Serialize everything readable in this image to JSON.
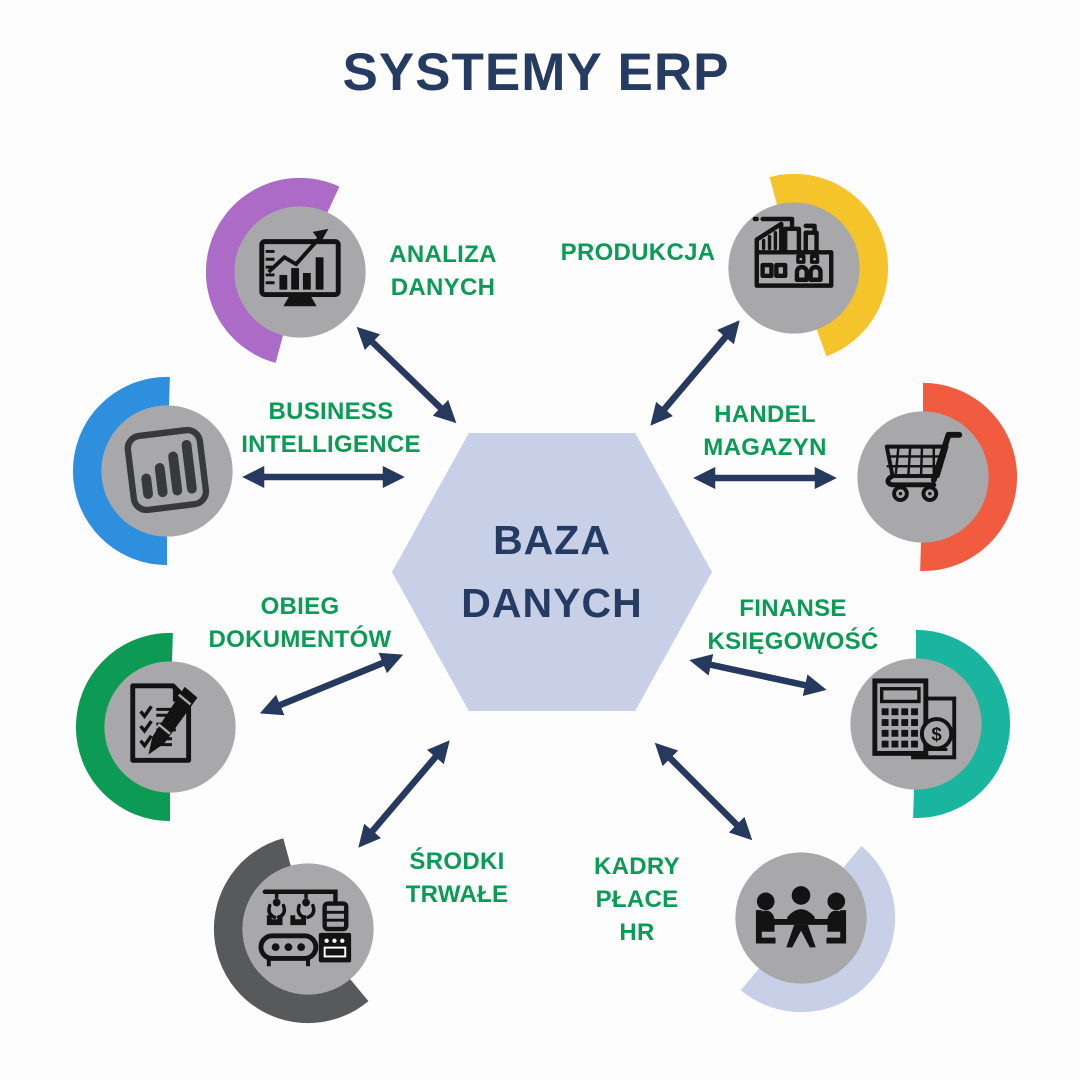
{
  "title": "SYSTEMY ERP",
  "colors": {
    "title_navy": "#253b62",
    "label_green": "#0a9b55",
    "arrow_navy": "#27395f",
    "disc_gray": "#a8a8aa",
    "hexagon_fill": "#c8d0e8"
  },
  "center": {
    "lines": [
      "BAZA",
      "DANYCH"
    ]
  },
  "nodes": [
    {
      "name": "analiza-danych",
      "lines": [
        "ANALIZA",
        "DANYCH"
      ],
      "ring_color": "#ab6bc6",
      "icon": "bar-chart-monitor"
    },
    {
      "name": "produkcja",
      "lines": [
        "PRODUKCJA"
      ],
      "ring_color": "#f5c32a",
      "icon": "factory"
    },
    {
      "name": "business-intelligence",
      "lines": [
        "BUSINESS",
        "INTELLIGENCE"
      ],
      "ring_color": "#2f8fdf",
      "icon": "power-bi"
    },
    {
      "name": "handel-magazyn",
      "lines": [
        "HANDEL",
        "MAGAZYN"
      ],
      "ring_color": "#f15b40",
      "icon": "shopping-cart"
    },
    {
      "name": "obieg-dokumentow",
      "lines": [
        "OBIEG",
        "DOKUMENTÓW"
      ],
      "ring_color": "#0c9a55",
      "icon": "checklist-pen"
    },
    {
      "name": "finanse-ksiegowosc",
      "lines": [
        "FINANSE",
        "KSIĘGOWOŚĆ"
      ],
      "ring_color": "#19b59f",
      "icon": "calculator-coin",
      "icon_glyph": "$"
    },
    {
      "name": "srodki-trwale",
      "lines": [
        "ŚRODKI",
        "TRWAŁE"
      ],
      "ring_color": "#58595b",
      "icon": "assembly-line"
    },
    {
      "name": "kadry-place-hr",
      "lines": [
        "KADRY",
        "PŁACE",
        "HR"
      ],
      "ring_color": "#c8d0e8",
      "icon": "meeting-table"
    }
  ]
}
